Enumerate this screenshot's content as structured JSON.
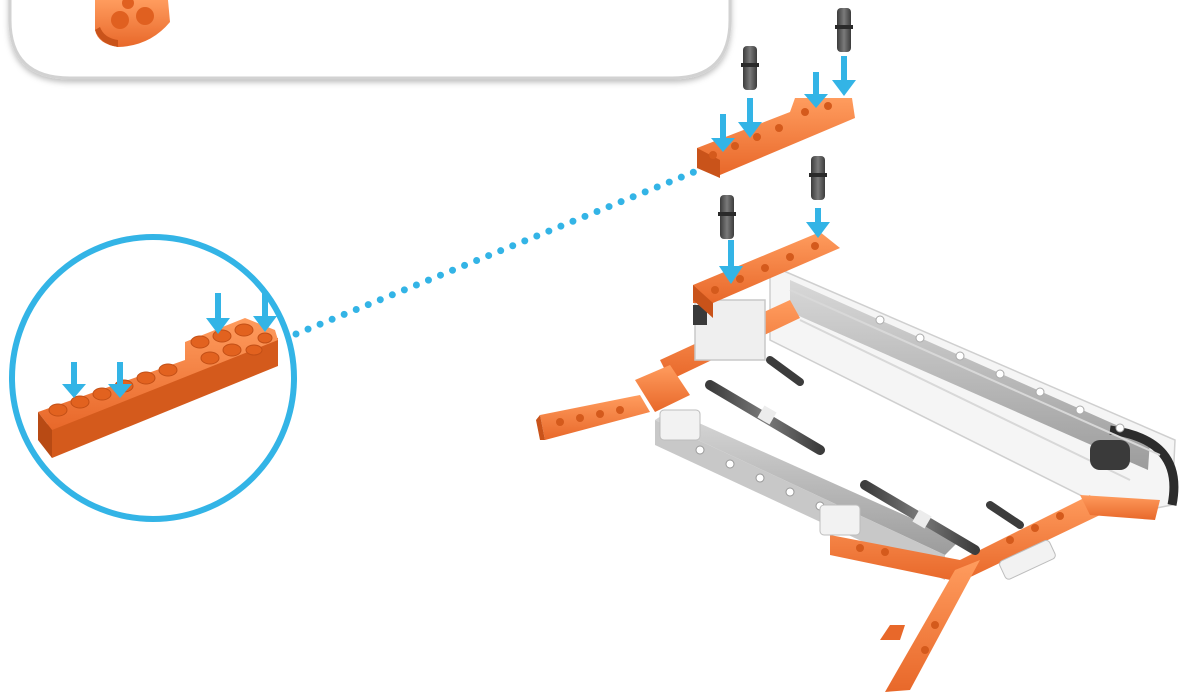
{
  "colors": {
    "callout": "#33b4e6",
    "orange": "#f47a35",
    "orange_dark": "#c9531a",
    "orange_light": "#ff9b5c",
    "grey": "#9a9a9a",
    "grey_light": "#cfcfcf",
    "white_part": "#f4f4f4",
    "pin": "#5a5a5a",
    "pin_dark": "#3a3a3a",
    "panel_border": "#d2d2d2"
  },
  "icons": {
    "arrow": "down-arrow-icon",
    "pin": "connector-pin-icon",
    "beam": "liftarm-beam-icon"
  },
  "step": {
    "panel": "parts-panel",
    "callout": "zoom-callout",
    "assembly": "conveyor-assembly"
  }
}
